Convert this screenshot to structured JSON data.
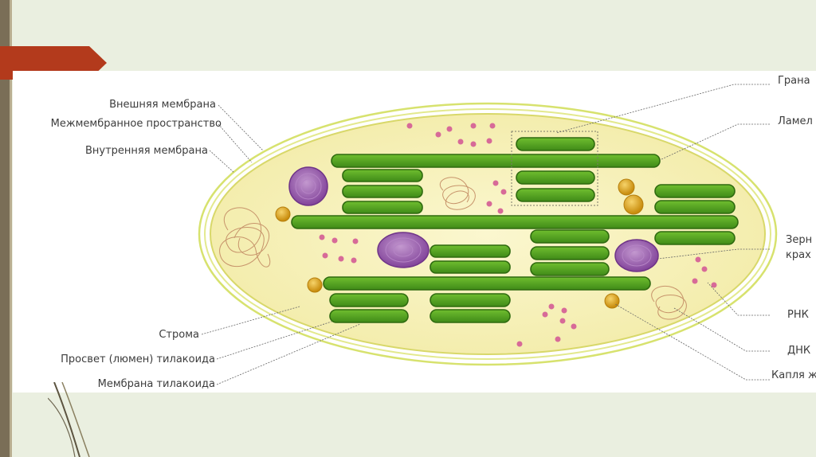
{
  "labels": {
    "outer_membrane": "Внешняя мембрана",
    "intermembrane_space": "Межмембранное пространство",
    "inner_membrane": "Внутренняя мембрана",
    "stroma": "Строма",
    "thylakoid_lumen": "Просвет (люмен) тилакоида",
    "thylakoid_membrane": "Мембрана тилакоида",
    "grana": "Грана",
    "lamella": "Ламел",
    "starch_line1": "Зерн",
    "starch_line2": "крах",
    "rna": "РНК",
    "dna": "ДНК",
    "lipid_drop": "Капля ж"
  },
  "colors": {
    "accent_tab": "#b33a1c",
    "slide_bg": "#eaefe0",
    "thylakoid": "#4f9c1d",
    "stroma": "#f8f3bd",
    "starch": "#9a58a8",
    "lipid": "#e0a81c",
    "ribosome": "#d76a98"
  }
}
